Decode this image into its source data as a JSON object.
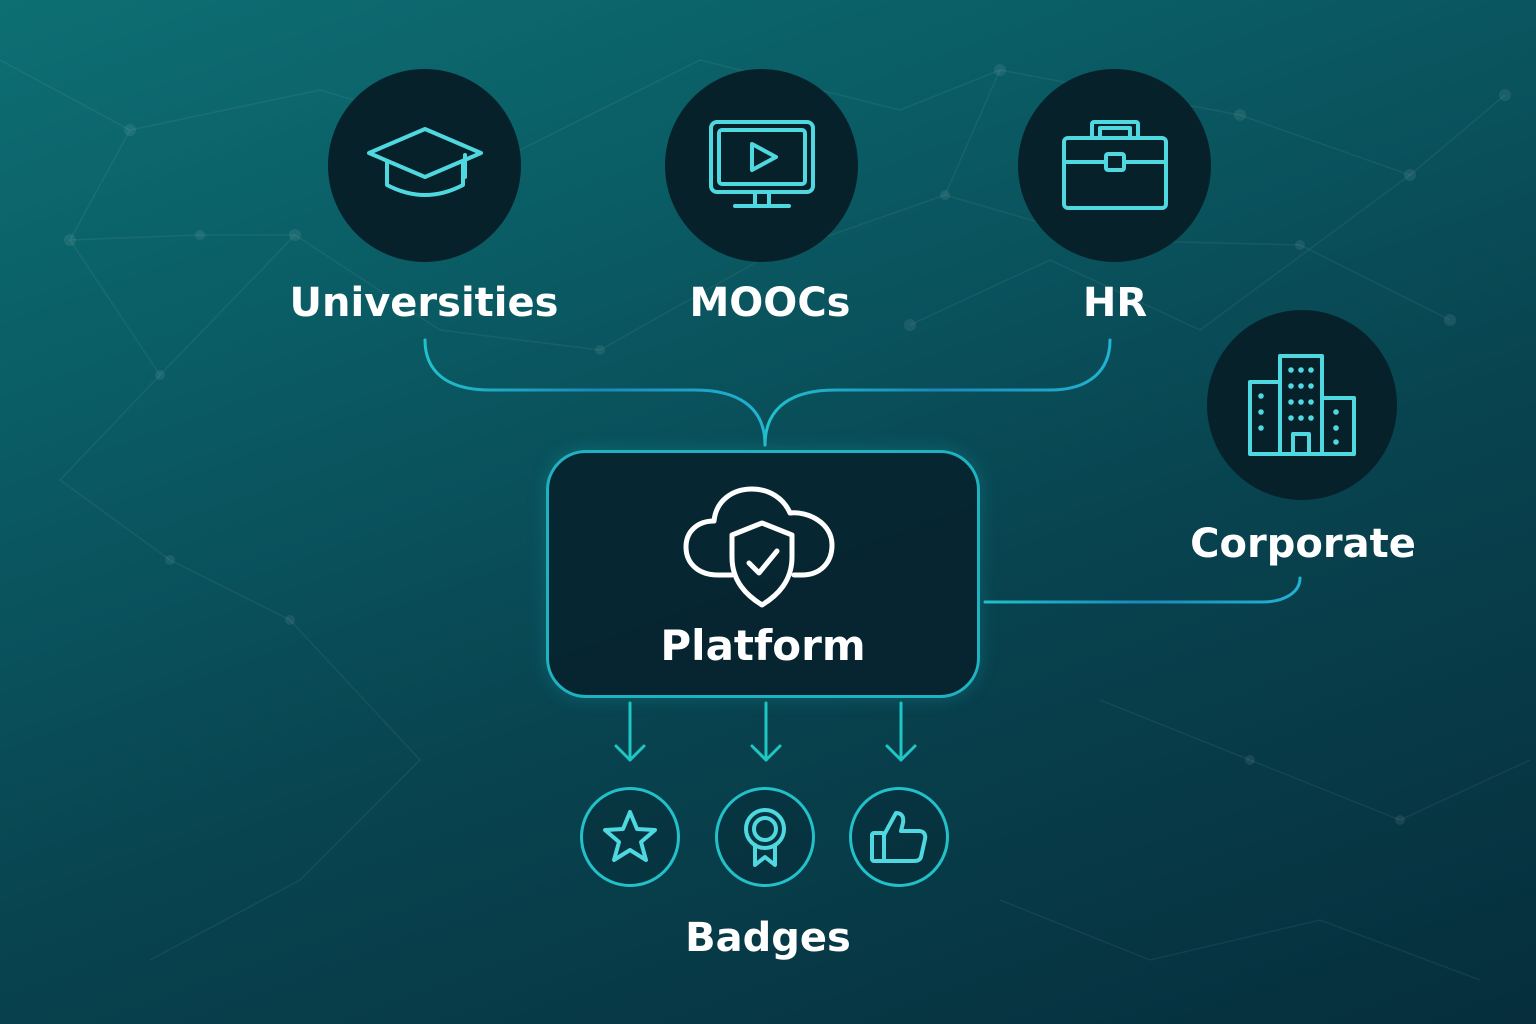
{
  "colors": {
    "accent": "#4fd8e0",
    "node_fill": "#06212a",
    "wire": "#1fb3c2",
    "wire_dark": "#1f6fb0"
  },
  "sources": [
    {
      "label": "Universities",
      "icon": "graduation-cap-icon"
    },
    {
      "label": "MOOCs",
      "icon": "video-monitor-icon"
    },
    {
      "label": "HR",
      "icon": "briefcase-icon"
    },
    {
      "label": "Corporate",
      "icon": "office-building-icon"
    }
  ],
  "platform": {
    "label": "Platform",
    "icon": "cloud-shield-check-icon"
  },
  "badges": {
    "label": "Badges",
    "items": [
      {
        "icon": "star-icon"
      },
      {
        "icon": "award-ribbon-icon"
      },
      {
        "icon": "thumbs-up-icon"
      }
    ]
  }
}
